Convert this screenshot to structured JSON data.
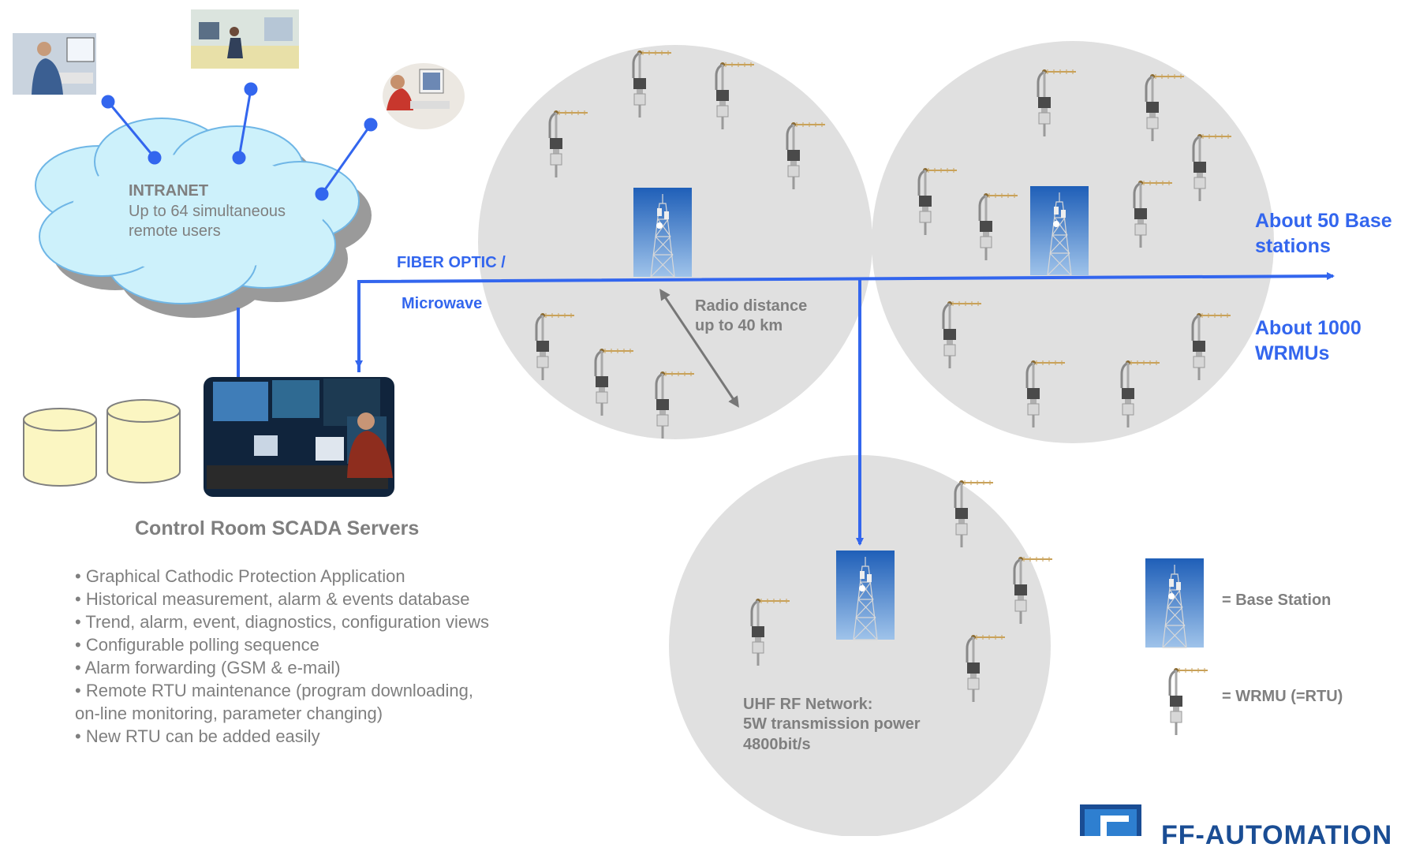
{
  "intranet": {
    "title": "INTRANET",
    "line1": "Up to 64 simultaneous",
    "line2": "remote users"
  },
  "link": {
    "line1": "FIBER OPTIC /",
    "line2": "Microwave"
  },
  "radio_distance": {
    "line1": "Radio distance",
    "line2": "up to 40 km"
  },
  "summary": {
    "base_line1": "About 50 Base",
    "base_line2": "stations",
    "wrmu_line1": "About 1000",
    "wrmu_line2": "WRMUs"
  },
  "control_room": {
    "title": "Control Room SCADA Servers",
    "bullets": [
      "• Graphical Cathodic Protection Application",
      "• Historical measurement, alarm & events database",
      "• Trend, alarm, event, diagnostics, configuration views",
      "• Configurable polling sequence",
      "• Alarm forwarding (GSM & e-mail)",
      "• Remote RTU maintenance (program downloading,",
      "on-line monitoring, parameter changing)",
      "• New RTU can be added easily"
    ]
  },
  "uhf": {
    "line1": "UHF RF Network:",
    "line2": "5W transmission power",
    "line3": "4800bit/s"
  },
  "legend": {
    "base_station": "= Base Station",
    "wrmu": "= WRMU (=RTU)"
  },
  "logo": {
    "text": "FF-AUTOMATION"
  },
  "colors": {
    "link_blue": "#3366ee",
    "cloud_fill": "#cdf1fb",
    "cell_gray": "#e0e0e0",
    "db_fill": "#fbf6c2",
    "label_gray": "#7f7f7f"
  }
}
